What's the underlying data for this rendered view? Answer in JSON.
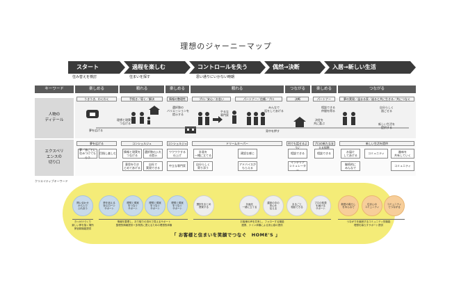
{
  "title": "理想のジャーニーマップ",
  "stages": [
    {
      "label": "スタート",
      "sub": "住み替えを検討"
    },
    {
      "label": "過程を楽しむ",
      "sub": "住まいを探す"
    },
    {
      "label": "コントロールを失う",
      "sub": "思い通りにいかない時期"
    },
    {
      "label": "偶然→決断",
      "sub": ""
    },
    {
      "label": "入居→新しい生活",
      "sub": ""
    }
  ],
  "rows": {
    "keyword": "キーワード",
    "person": "人物の\nディテール",
    "experience": "エクスペリ\nエンスの\n切り口"
  },
  "keywords": [
    "楽しめる",
    "頼れる",
    "楽しめる",
    "頼れる",
    "つながる",
    "楽しめる",
    "つながる"
  ],
  "person_headers": [
    "うきうき、わくわく",
    "手続き／導く／解決",
    "情報の整理性",
    "プロ／安心／お金い",
    "パートナー／信頼／プロ",
    "決断",
    "パートナー",
    "夢の実現／温まる家／迷ると共に生きる／共につなぐ"
  ],
  "person_notes": [
    "夢を広げる",
    "理想と現実を\nつなげる",
    "選択肢の\nバリエーションを\n提示する",
    "やるな\n専門家",
    "みんなで\n話をしてあげる",
    "背中を押す",
    "決定を\n共に喜ぶ",
    "相談できる\n仲間を得る",
    "自分らしく\n過ごせる",
    "新しい生活を\n提供する"
  ],
  "exp_headers": [
    "夢を広げる",
    "コンシェルジュ",
    "コンシェルジュ",
    "ドリームキーパー",
    "何でも話せるように",
    "プロの新たな支える知恵",
    "新しい生活を提供"
  ],
  "exp_boxes": [
    "夢／旅ごとに\n住みつけてもらう",
    "目指し楽しむ",
    "情報と現実を\nつなげる",
    "選択肢の入れ\nる提示",
    "ワクワクする\n仕上げ",
    "自社で\n実現できる",
    "計画を\n一緒に立てる",
    "建設な感じ",
    "相談できる",
    "相談できる",
    "お届け\nしてあげる",
    "コミュニティ",
    "趣味を\n共有していく",
    "自分らしく\n寄り添う",
    "中立な専門家",
    "意思を引き\nとめてあげる",
    "アドバイスが\nもらえる",
    "インテリア\nシミュレーター",
    "継続的に\nみんなで",
    "コミュニティ"
  ],
  "creative_label": "クリエイティブキーワード",
  "band_circles": [
    {
      "text": "問い合わせ\nから入り\nふれあう",
      "style": "blue"
    },
    {
      "text": "夢を追える\n安心ローン\nサポート",
      "style": "blue"
    },
    {
      "text": "理想と現実\nをつなぐ\nサポート",
      "style": "blue"
    },
    {
      "text": "理想と現実\nをつなぐ\nサポート",
      "style": "blue"
    },
    {
      "text": "理想と現実\nをつなぐ\nサポート",
      "style": "blue"
    },
    {
      "text": "選択をまとめ\n提案する",
      "style": "gray"
    },
    {
      "text": "計画を\n一緒に立てる",
      "style": "gray"
    },
    {
      "text": "建設の中の\n安心を\n伝える",
      "style": "gray"
    },
    {
      "text": "まるごと\n相談できる",
      "style": "gray"
    },
    {
      "text": "プロの知恵\nを届ける\nサポート",
      "style": "gray"
    },
    {
      "text": "新居の暮らし\nをみんなで",
      "style": "orange"
    },
    {
      "text": "住まいの\nコミュニティ",
      "style": "orange"
    },
    {
      "text": "コミュニティ\nでつながる",
      "style": "orange"
    }
  ],
  "band_captions": [
    "きっかけづくり\n楽しい夢を描く場所\n夢追跡機能提供",
    "情報を整理し、おり取りの流れで見えるサポート\n整理的情報提供＋多角的に提えるための理想的体験",
    "お客様の声を共有し、フォローする機能\n連携、ナイン体験による安心感の提供",
    "つながりを継続するコミュニティ的機能\n理想を暮らすサポート提供"
  ],
  "slogan": "「 お客様と住まいを笑顔でつなぐ　HOME'S 」"
}
